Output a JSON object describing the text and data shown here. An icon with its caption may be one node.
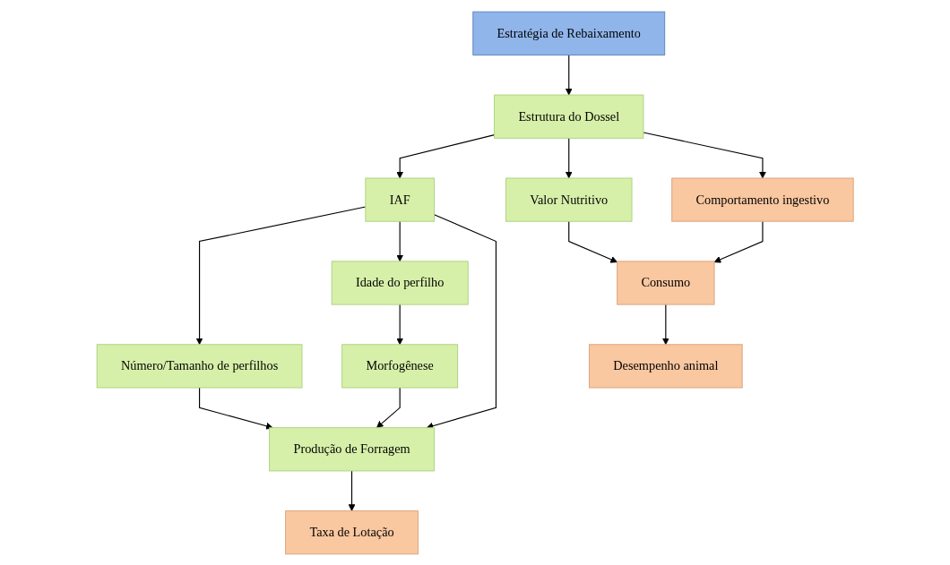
{
  "diagram": {
    "nodes": [
      {
        "text": [
          "Estratégia de Rebaixamento"
        ]
      },
      {
        "text": [
          "Número/Tamanho de perfilhos"
        ]
      },
      {
        "text": [
          "IAF"
        ]
      },
      {
        "text": [
          "Estrutura do Dossel"
        ]
      },
      {
        "text": [
          "Idade do perfilho"
        ]
      },
      {
        "text": [
          "Comportamento ingestivo"
        ]
      },
      {
        "text": [
          "Valor Nutritivo"
        ]
      },
      {
        "text": [
          "Morfogênese"
        ]
      },
      {
        "text": [
          "Produção de Forragem"
        ]
      },
      {
        "text": [
          "Consumo"
        ]
      },
      {
        "text": [
          "Desempenho animal"
        ]
      },
      {
        "text": [
          "Taxa de Lotação"
        ]
      }
    ],
    "edges": [
      {
        "from": 0,
        "to": 3,
        "arrow": "to"
      },
      {
        "from": 3,
        "to": 2,
        "arrow": "to"
      },
      {
        "from": 2,
        "to": 1,
        "arrow": "to"
      },
      {
        "from": 2,
        "to": 4,
        "arrow": "to"
      },
      {
        "from": 2,
        "to": 8,
        "arrow": "to"
      },
      {
        "from": 1,
        "to": 8,
        "arrow": "to"
      },
      {
        "from": 4,
        "to": 7,
        "arrow": "to"
      },
      {
        "from": 7,
        "to": 8,
        "arrow": "to"
      },
      {
        "from": 3,
        "to": 6,
        "arrow": "to"
      },
      {
        "from": 3,
        "to": 5,
        "arrow": "to"
      },
      {
        "from": 6,
        "to": 9,
        "arrow": "to"
      },
      {
        "from": 5,
        "to": 9,
        "arrow": "to"
      },
      {
        "from": 9,
        "to": 10,
        "arrow": "to"
      },
      {
        "from": 8,
        "to": 11,
        "arrow": "to"
      }
    ]
  }
}
